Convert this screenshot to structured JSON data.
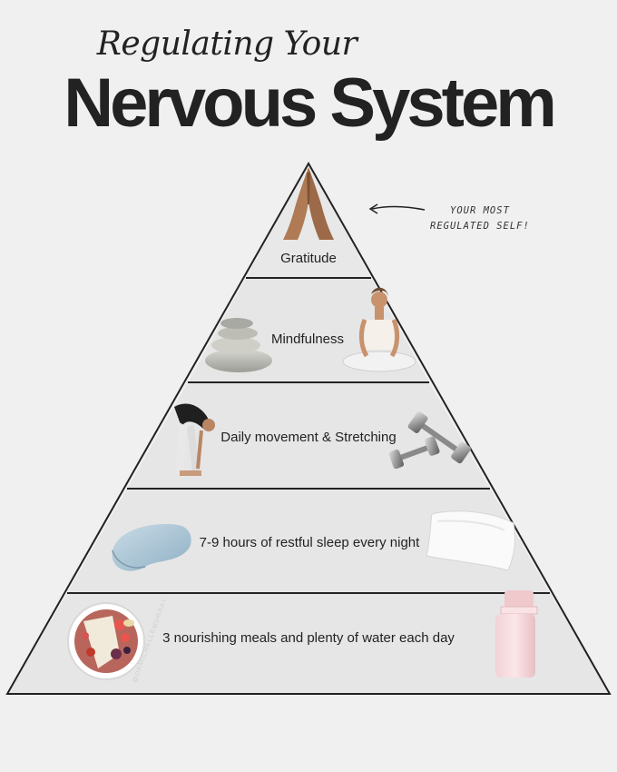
{
  "header": {
    "subtitle": "Regulating Your",
    "title": "Nervous System"
  },
  "callout": {
    "line1": "YOUR MOST",
    "line2": "REGULATED SELF!"
  },
  "tiers": [
    {
      "label": "Gratitude",
      "icon": "praying-hands-icon"
    },
    {
      "label": "Mindfulness",
      "icon": "stacked-stones-icon"
    },
    {
      "label": "Daily movement & Stretching",
      "icon": "dumbbells-icon"
    },
    {
      "label": "7-9 hours of restful sleep every night",
      "icon": "pillow-icon"
    },
    {
      "label": "3 nourishing meals and plenty of water each day",
      "icon": "water-bottle-icon"
    }
  ],
  "watermark": "@DRMICHELLEMURRAY",
  "colors": {
    "background": "#f0f0f0",
    "tier_fill": "#e6e6e6",
    "outline": "#222222",
    "text": "#222222"
  }
}
